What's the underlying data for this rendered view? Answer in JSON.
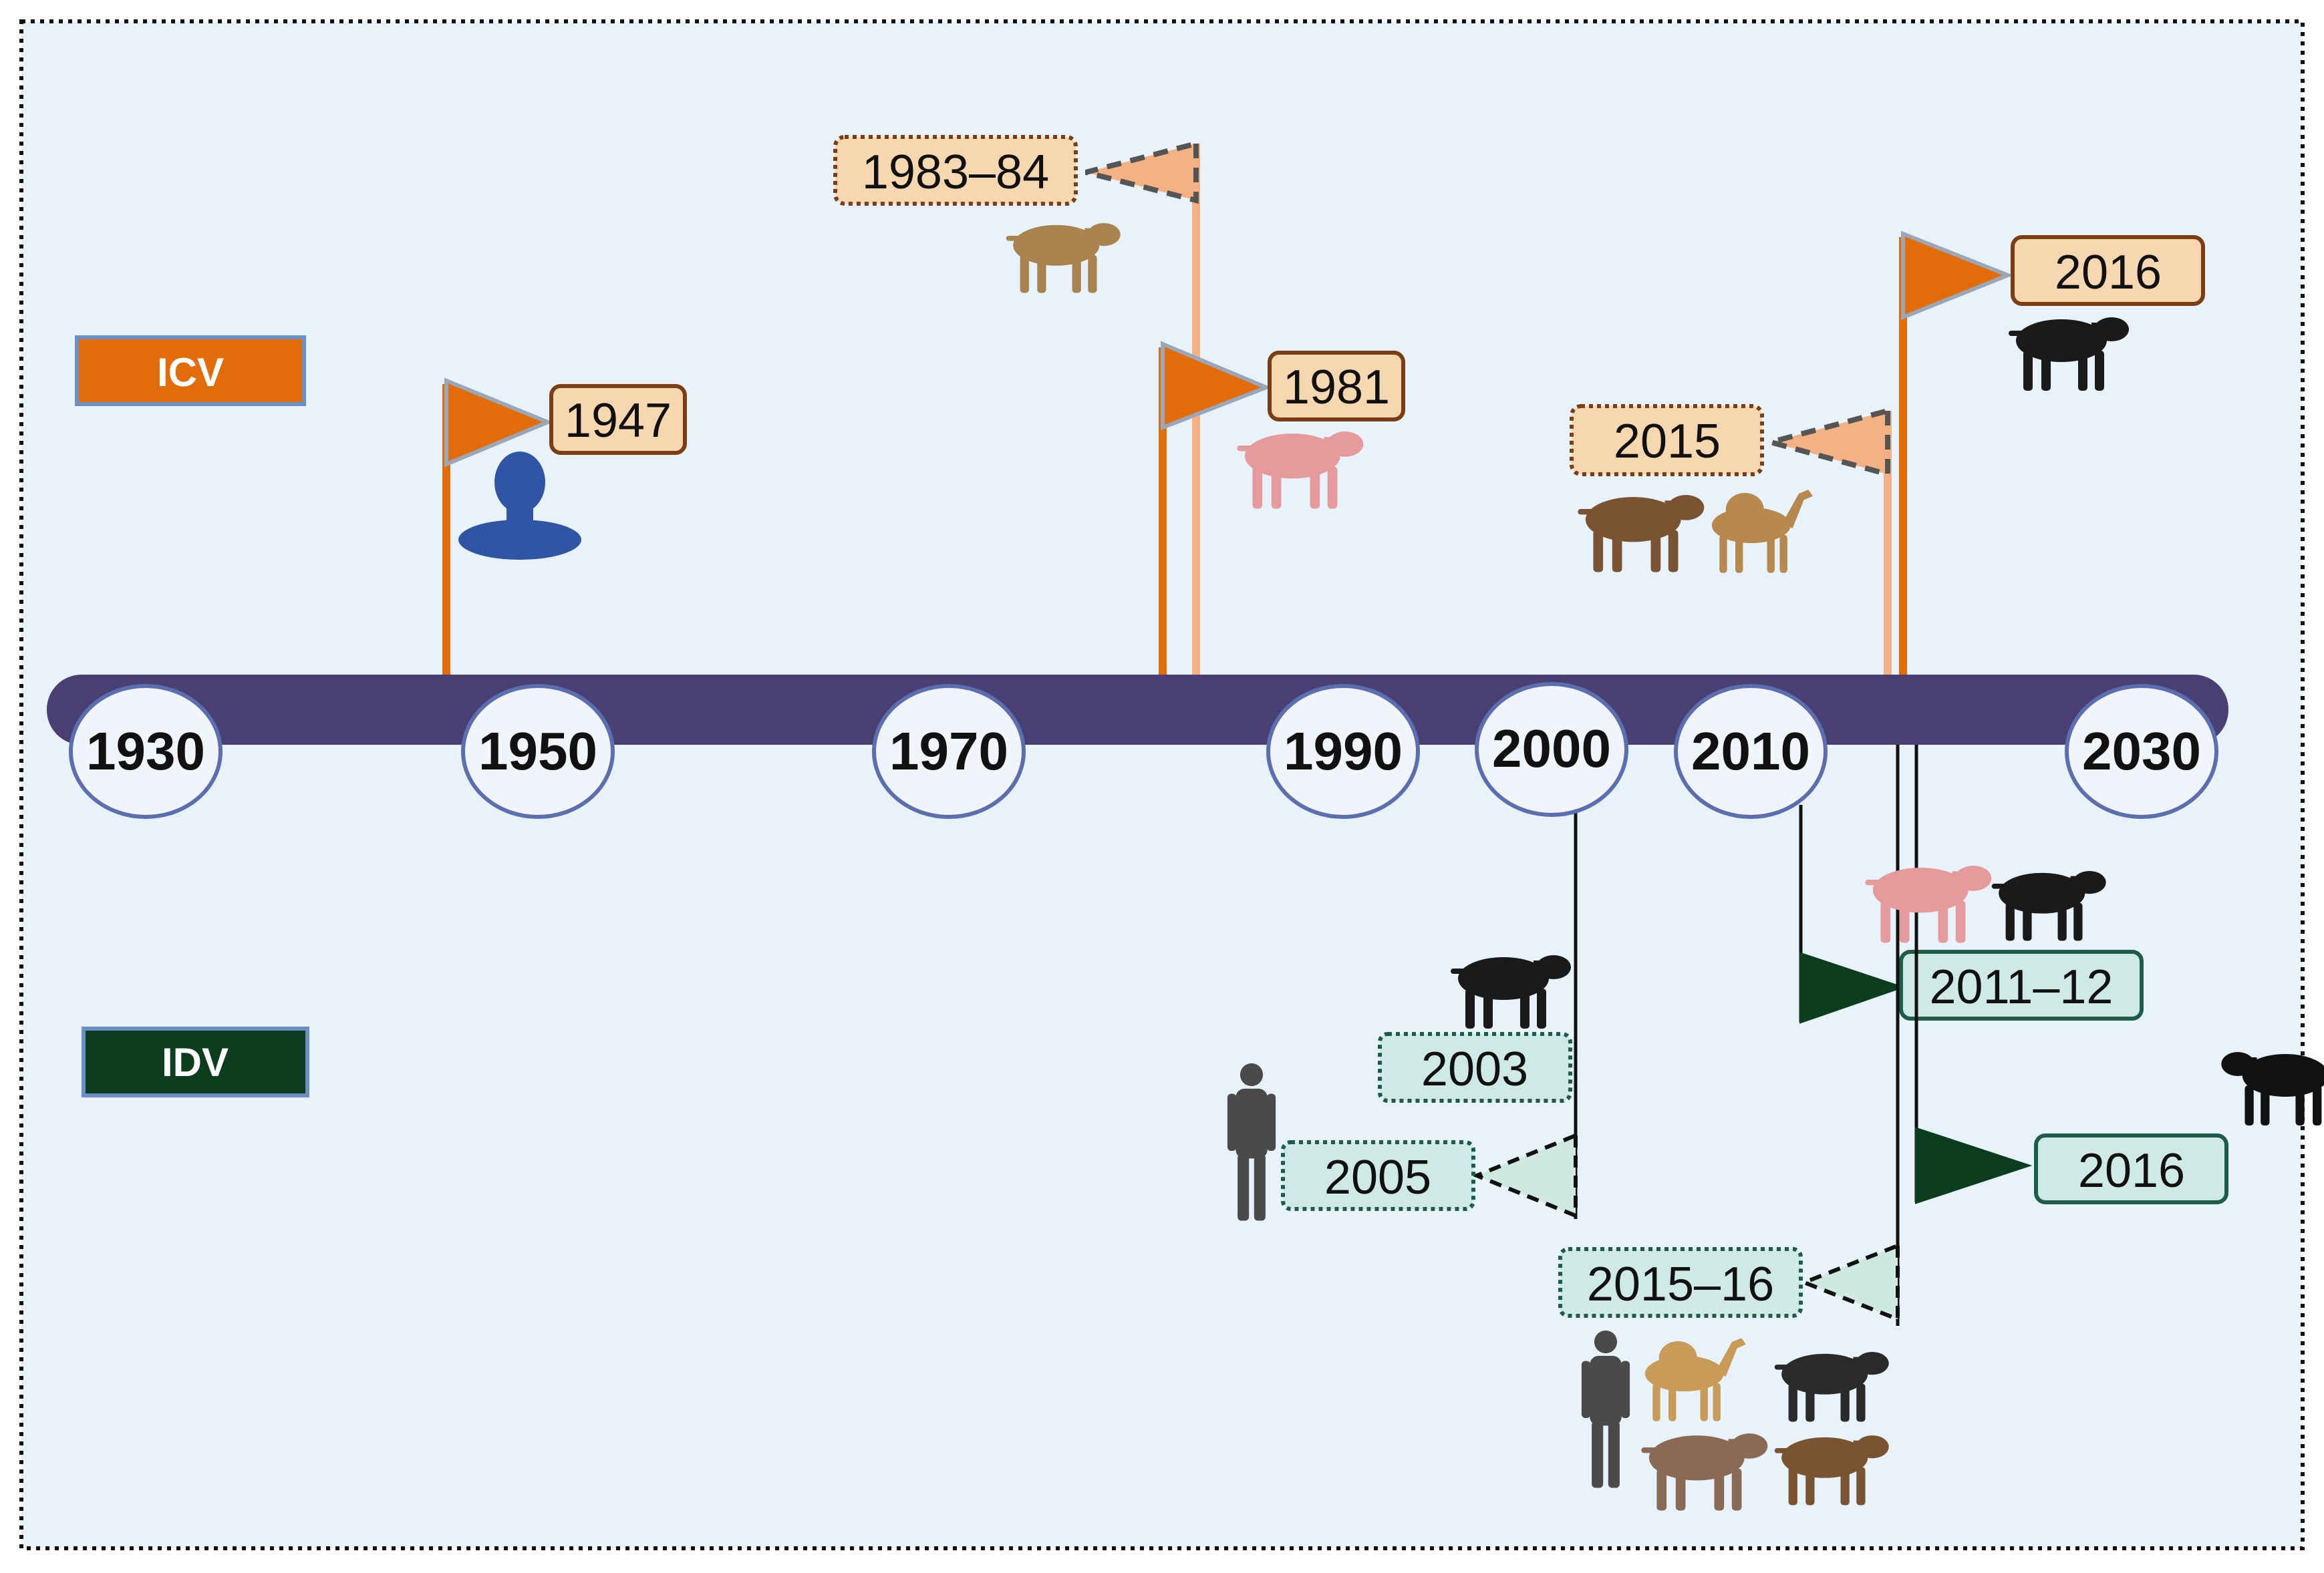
{
  "legend": {
    "icv": "ICV",
    "idv": "IDV"
  },
  "timeline": {
    "ticks": [
      "1930",
      "1950",
      "1970",
      "1990",
      "2000",
      "2010",
      "2030"
    ]
  },
  "icv_events": [
    {
      "label": "1947",
      "style": "solid",
      "host": "human"
    },
    {
      "label": "1983–84",
      "style": "dashed",
      "host": "dog"
    },
    {
      "label": "1981",
      "style": "solid",
      "host": "pig"
    },
    {
      "label": "2015",
      "style": "dashed",
      "host": "horse, camel"
    },
    {
      "label": "2016",
      "style": "solid",
      "host": "cattle"
    }
  ],
  "idv_events": [
    {
      "label": "2003",
      "style": "dashed",
      "host": "cattle"
    },
    {
      "label": "2005",
      "style": "dashed",
      "host": "veterinarian"
    },
    {
      "label": "2011–12",
      "style": "solid",
      "host": "pig, cattle"
    },
    {
      "label": "2016",
      "style": "solid",
      "host": "goat"
    },
    {
      "label": "2015–16",
      "style": "dashed",
      "host": "veterinarian, camel, buffalo, sheep, horse"
    }
  ],
  "colors": {
    "background": "#e8f2fb",
    "icv": "#e36c0a",
    "icv_light": "#f4b183",
    "icv_box": "#f6d7b0",
    "idv": "#0b3d1e",
    "idv_light": "#cfe8e0",
    "idv_box": "#cfeae6",
    "timeline": "#4a3f72"
  }
}
